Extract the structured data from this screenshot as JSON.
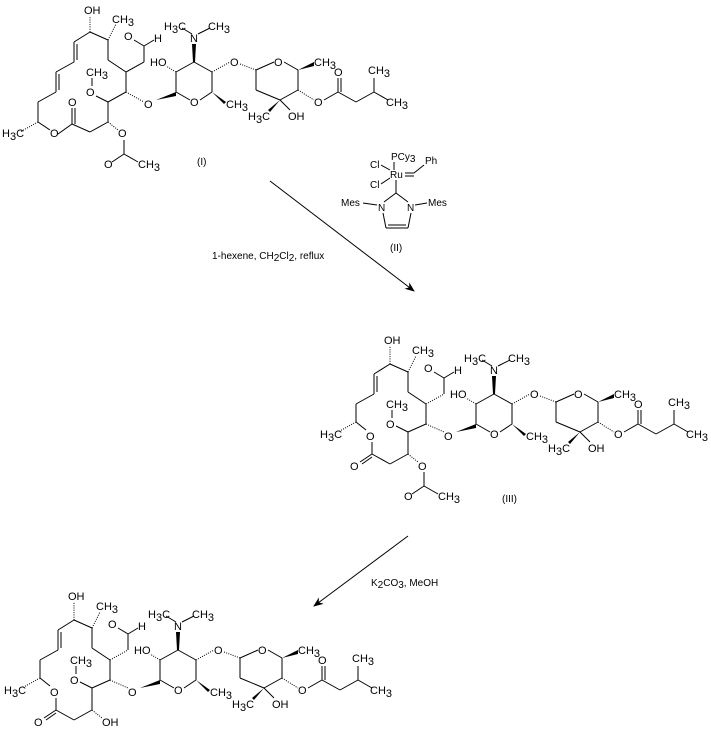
{
  "scheme": {
    "type": "chemical-reaction-scheme",
    "compounds": [
      {
        "id": "I",
        "label": "(I)",
        "role": "starting material",
        "description": "16-membered macrolide (diene) with mycaminose/mycarose disaccharide, 3-O-acetyl, 4''-O-isovaleryl"
      },
      {
        "id": "II",
        "label": "(II)",
        "role": "catalyst",
        "description": "Grubbs second-generation ruthenium carbene catalyst",
        "atoms": {
          "phosphine": "PCy",
          "phosphine_sub": "3",
          "chloride": "Cl",
          "metal": "Ru",
          "carbene_sub": "Ph",
          "nhc_sub": "Mes",
          "nitrogen": "N"
        }
      },
      {
        "id": "III",
        "label": "(III)",
        "role": "intermediate",
        "description": "ring-contracted macrolide (14-membered) after metathesis, 3-O-acetyl retained"
      },
      {
        "id": "IV",
        "label": "",
        "role": "product",
        "description": "deacetylated ring-contracted macrolide (3-OH)"
      }
    ],
    "steps": [
      {
        "from": "I",
        "to": "III",
        "conditions": "1-hexene, CH2Cl2, reflux",
        "conditions_parts": [
          "1-hexene, CH",
          "2",
          "Cl",
          "2",
          ", reflux"
        ]
      },
      {
        "from": "III",
        "to": "IV",
        "conditions": "K2CO3, MeOH",
        "conditions_parts": [
          "K",
          "2",
          "CO",
          "3",
          ", MeOH"
        ]
      }
    ],
    "atom_labels": {
      "OH": "OH",
      "HO": "HO",
      "O": "O",
      "H": "H",
      "CH": "CH",
      "H3C_H": "H",
      "C": "C",
      "sub3": "3",
      "N": "N"
    }
  }
}
